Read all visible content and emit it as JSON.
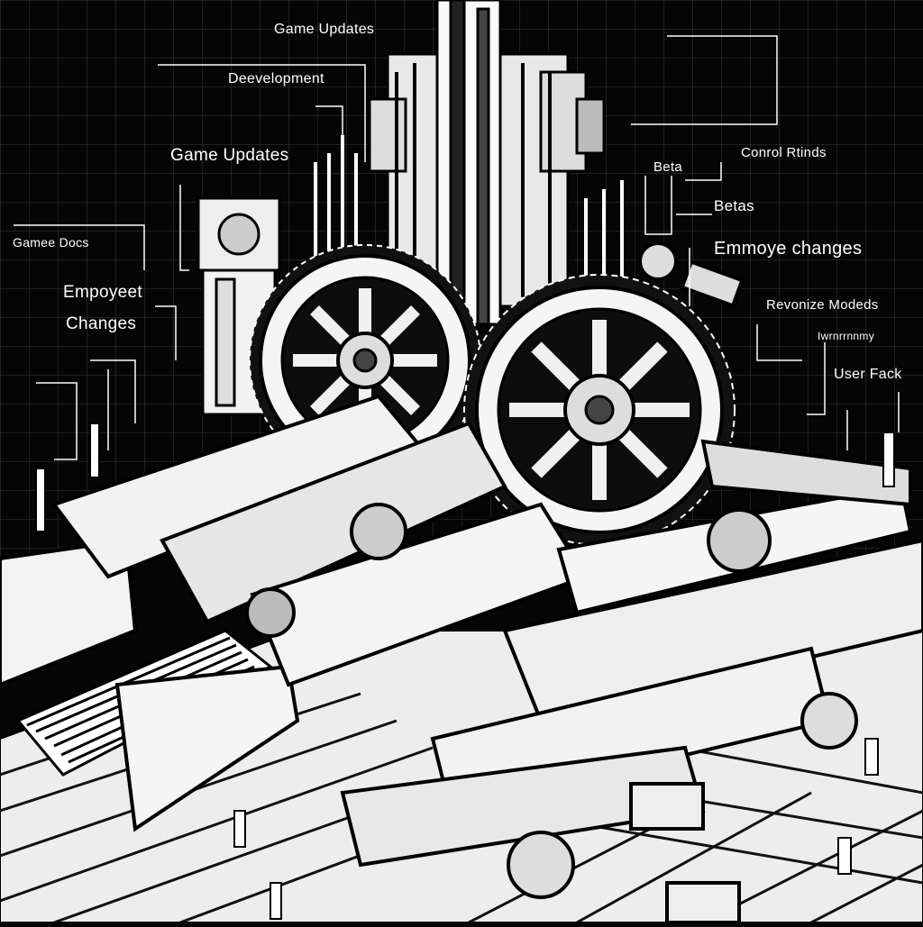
{
  "labels": {
    "game_updates_top": "Game Updates",
    "development": "Deevelopment",
    "game_updates_left": "Game Updates",
    "gamee_docs": "Gamee Docs",
    "empoyeet": "Empoyeet",
    "changes": "Changes",
    "control_rtinds": "Conrol Rtinds",
    "beta": "Beta",
    "betas": "Betas",
    "emmoye_changes": "Emmoye changes",
    "revenue_models": "Revonize Modeds",
    "lrrrnm": "Iwrnrrnnmy",
    "user_fack": "User Fack"
  },
  "colors": {
    "background": "#050505",
    "ink": "#ffffff"
  }
}
